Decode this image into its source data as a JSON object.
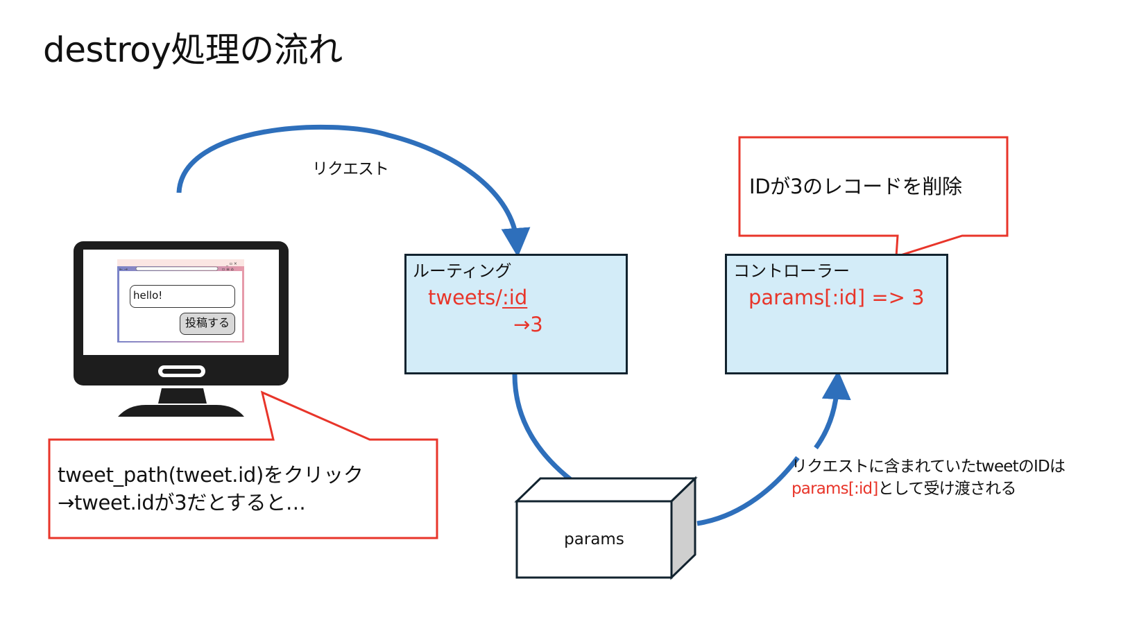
{
  "title": "destroy処理の流れ",
  "arrows": {
    "request_label": "リクエスト",
    "color": "#2e6fbb"
  },
  "computer": {
    "browser": {
      "input_value": "hello!",
      "submit_label": "投稿する",
      "window_controls": [
        "minimize-icon",
        "maximize-icon",
        "close-icon"
      ],
      "toolbar_icons": [
        "back-arrow-icon",
        "forward-arrow-icon",
        "search-icon",
        "bookmark-icon",
        "menu-icon",
        "home-icon"
      ]
    }
  },
  "routing": {
    "title": "ルーティング",
    "path_prefix": "tweets/",
    "path_param": ":id",
    "resolved": "→3"
  },
  "controller": {
    "title": "コントローラー",
    "code": "params[:id] => 3"
  },
  "params_box": {
    "label": "params"
  },
  "callouts": {
    "click": {
      "line1": "tweet_path(tweet.id)をクリック",
      "line2": "→tweet.idが3だとすると…"
    },
    "delete": {
      "text": "IDが3のレコードを削除"
    }
  },
  "note": {
    "line1": "リクエストに含まれていたtweetのIDは",
    "line2_red": "params[:id]",
    "line2_rest": "として受け渡される"
  },
  "colors": {
    "accent_red": "#e8352a",
    "node_fill": "#d3ecf8",
    "node_border": "#12232f",
    "arrow_blue": "#2e6fbb"
  }
}
